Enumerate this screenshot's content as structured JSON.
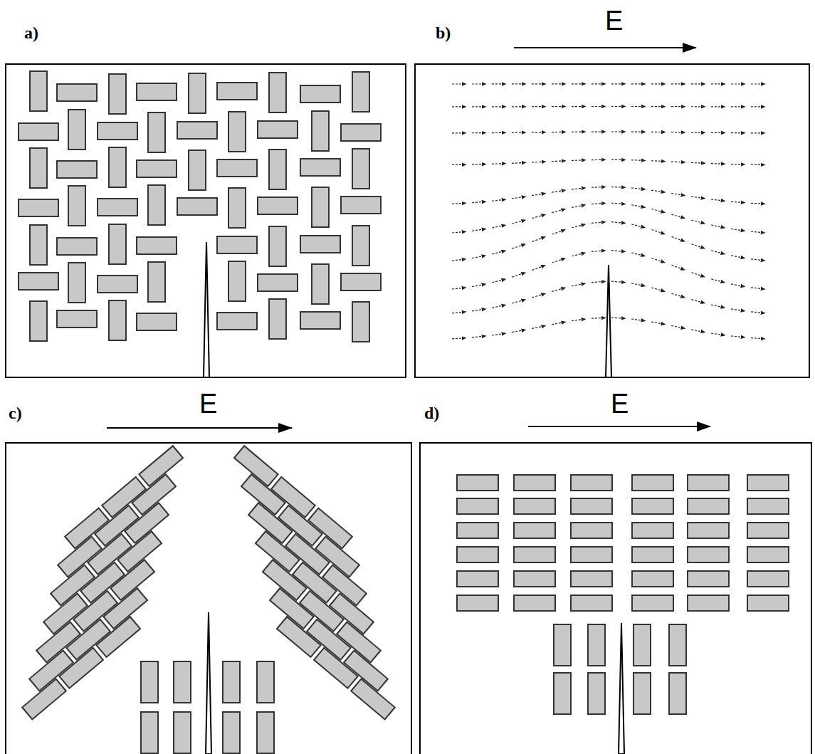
{
  "diagram": {
    "labels": [
      "a)",
      "b)",
      "E",
      "c)",
      "E",
      "d)",
      "E"
    ]
  }
}
